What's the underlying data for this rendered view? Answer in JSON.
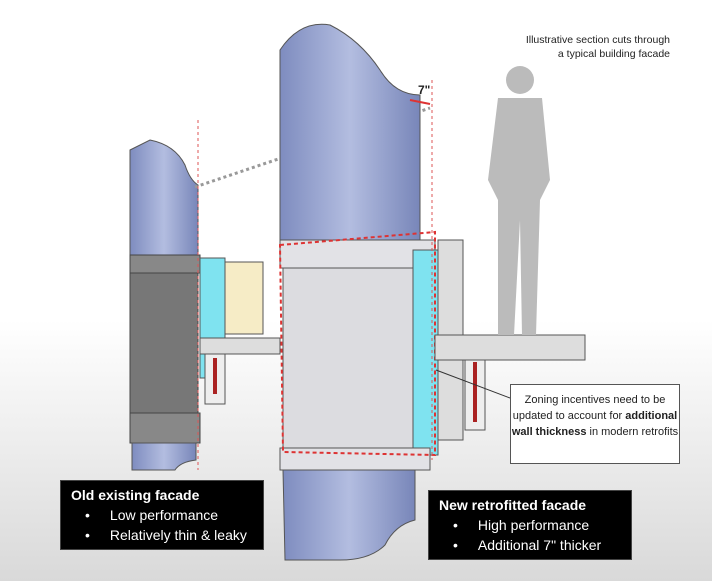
{
  "caption": {
    "line1": "Illustrative section cuts through",
    "line2": "a typical building facade"
  },
  "dimension": "7\"",
  "callout": {
    "pre": "Zoning incentives need to be updated to account for ",
    "bold": "additional wall thickness",
    "post": " in modern retrofits"
  },
  "old_facade": {
    "title": "Old existing facade",
    "bullets": [
      "Low performance",
      "Relatively thin & leaky"
    ]
  },
  "new_facade": {
    "title": "New retrofitted facade",
    "bullets": [
      "High performance",
      "Additional 7\" thicker"
    ]
  },
  "colors": {
    "glass": "#8a9ac8",
    "insulation": "#7fe3f0",
    "highlight": "#d33",
    "panel": "#d8d8dc"
  }
}
